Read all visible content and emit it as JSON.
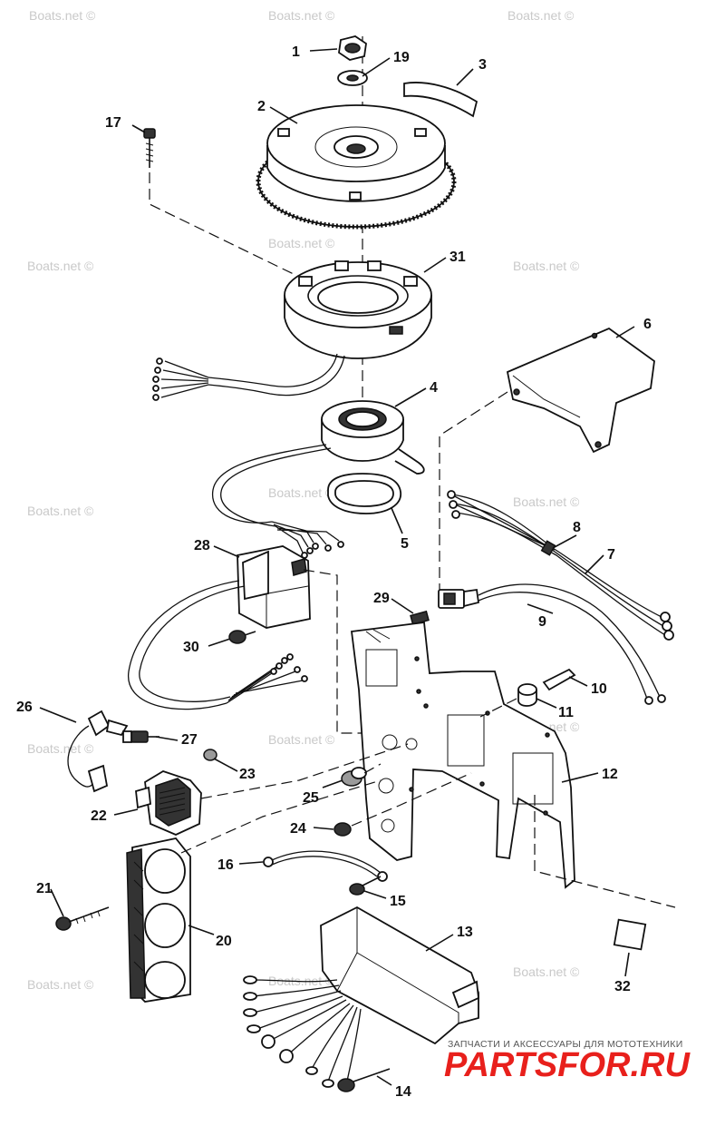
{
  "callouts": [
    {
      "id": "c1",
      "num": "1"
    },
    {
      "id": "c19",
      "num": "19"
    },
    {
      "id": "c3",
      "num": "3"
    },
    {
      "id": "c2",
      "num": "2"
    },
    {
      "id": "c17",
      "num": "17"
    },
    {
      "id": "c31",
      "num": "31"
    },
    {
      "id": "c6",
      "num": "6"
    },
    {
      "id": "c4",
      "num": "4"
    },
    {
      "id": "c5",
      "num": "5"
    },
    {
      "id": "c8",
      "num": "8"
    },
    {
      "id": "c7",
      "num": "7"
    },
    {
      "id": "c28",
      "num": "28"
    },
    {
      "id": "c29",
      "num": "29"
    },
    {
      "id": "c9",
      "num": "9"
    },
    {
      "id": "c30",
      "num": "30"
    },
    {
      "id": "c10",
      "num": "10"
    },
    {
      "id": "c11",
      "num": "11"
    },
    {
      "id": "c26",
      "num": "26"
    },
    {
      "id": "c27",
      "num": "27"
    },
    {
      "id": "c23",
      "num": "23"
    },
    {
      "id": "c12",
      "num": "12"
    },
    {
      "id": "c25",
      "num": "25"
    },
    {
      "id": "c22",
      "num": "22"
    },
    {
      "id": "c24",
      "num": "24"
    },
    {
      "id": "c16",
      "num": "16"
    },
    {
      "id": "c15",
      "num": "15"
    },
    {
      "id": "c21",
      "num": "21"
    },
    {
      "id": "c20",
      "num": "20"
    },
    {
      "id": "c13",
      "num": "13"
    },
    {
      "id": "c32",
      "num": "32"
    },
    {
      "id": "c14",
      "num": "14"
    }
  ],
  "watermark": "Boats.net ©",
  "brand": {
    "tagline": "ЗАПЧАСТИ И АКСЕССУАРЫ ДЛЯ МОТОТЕХНИКИ",
    "logo": "PARTSFOR.RU"
  },
  "colors": {
    "ink": "#111111",
    "watermark": "#c9c9c9",
    "brand_red": "#e8201c"
  }
}
